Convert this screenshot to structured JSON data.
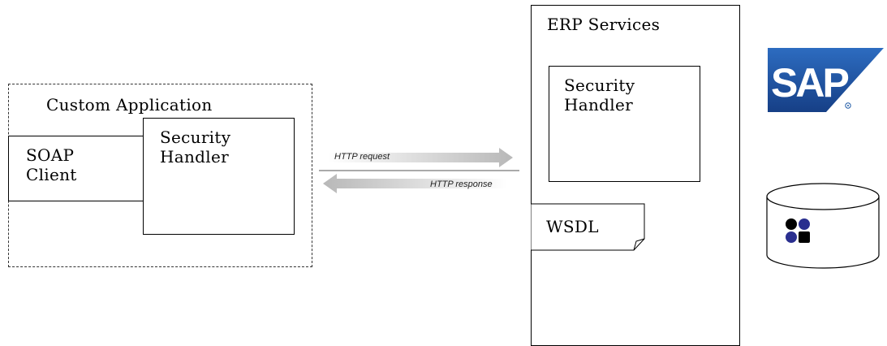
{
  "custom_application": {
    "title": "Custom Application",
    "soap_client": {
      "line1": "SOAP",
      "line2": "Client"
    },
    "security_handler": {
      "line1": "Security",
      "line2": "Handler"
    }
  },
  "connection": {
    "request_label": "HTTP request",
    "response_label": "HTTP response"
  },
  "erp_services": {
    "title": "ERP Services",
    "security_handler": {
      "line1": "Security",
      "line2": "Handler"
    },
    "wsdl_label": "WSDL"
  },
  "logos": {
    "sap_text": "SAP",
    "sap_color": "#1f5aa6",
    "database_icon": "database-cylinder-icon"
  }
}
